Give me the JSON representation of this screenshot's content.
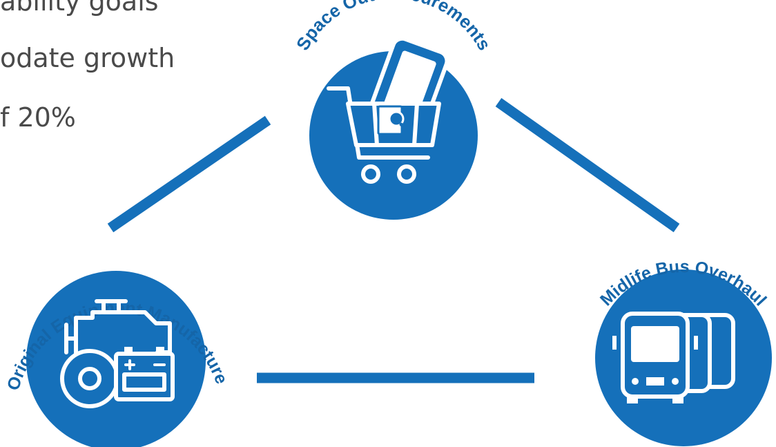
{
  "text_lines": [
    "ability goals",
    "odate growth",
    "f 20%"
  ],
  "nodes": {
    "top": {
      "label": "Space Out Procurements",
      "icon": "shopping-cart-icon"
    },
    "left": {
      "label": "Original Equipment Manufacturer",
      "icon": "engine-battery-icon"
    },
    "right": {
      "label": "Midlife Bus Overhaul",
      "icon": "bus-fleet-icon"
    }
  },
  "colors": {
    "accent": "#1570ba",
    "text": "#4a4a4a",
    "label": "#1565a8"
  }
}
